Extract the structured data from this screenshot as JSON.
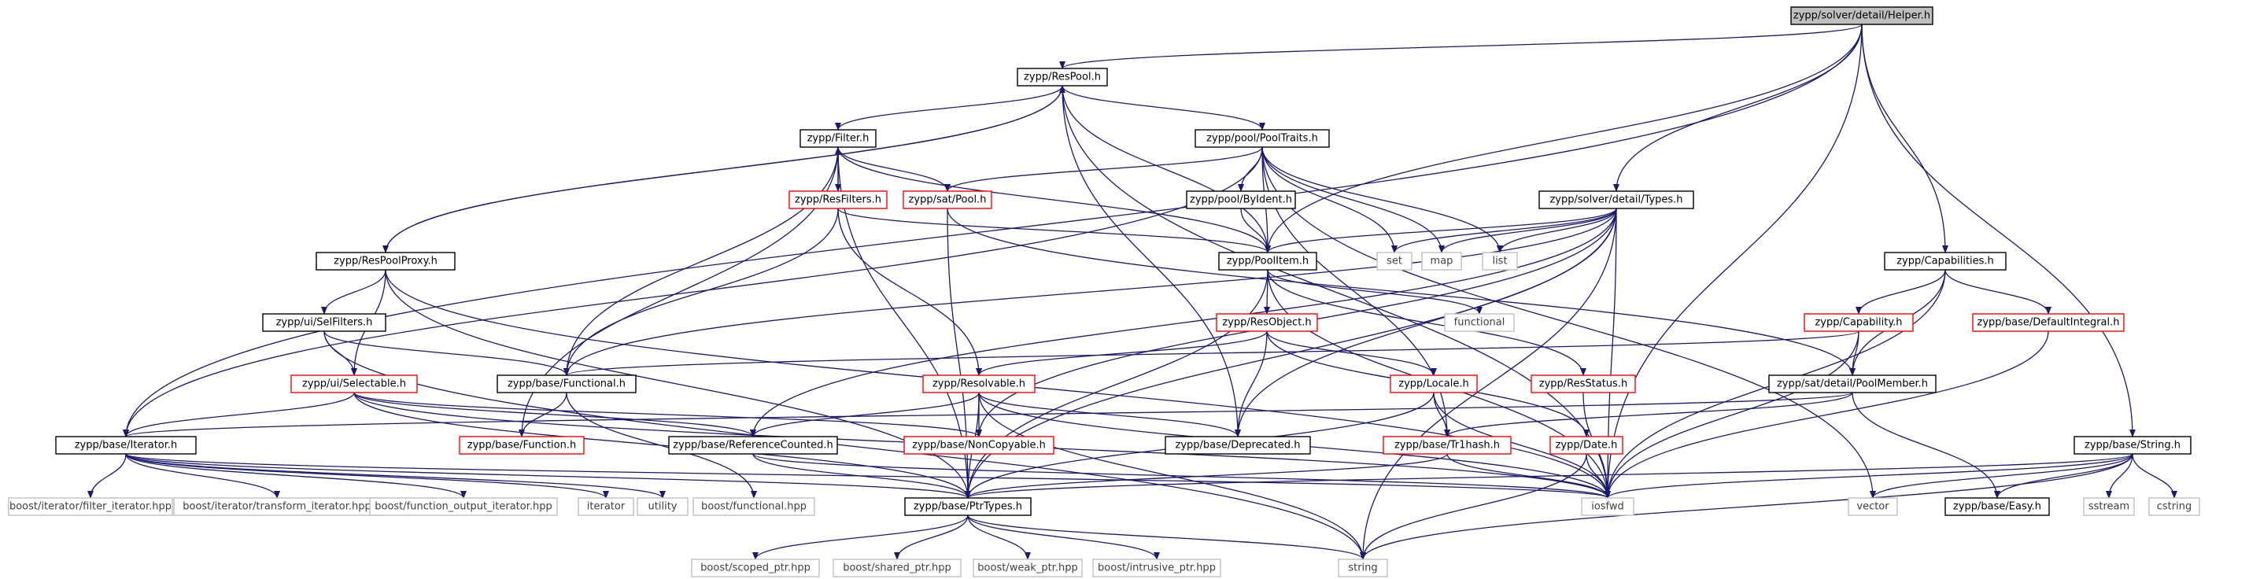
{
  "graph_title": "zypp/solver/detail/Helper.h",
  "colors": {
    "edge": "#191970",
    "root_fill": "#bfbfbf",
    "normal_border": "#000000",
    "red_border": "#ff0000",
    "gray_border": "#bfbfbf",
    "text": "#000000",
    "gray_text": "#404040"
  },
  "nodes": [
    {
      "id": "helper",
      "label": "zypp/solver/detail/Helper.h",
      "kind": "root"
    },
    {
      "id": "respool",
      "label": "zypp/ResPool.h",
      "kind": "normal"
    },
    {
      "id": "filter",
      "label": "zypp/Filter.h",
      "kind": "normal"
    },
    {
      "id": "pooltraits",
      "label": "zypp/pool/PoolTraits.h",
      "kind": "normal"
    },
    {
      "id": "resfilters",
      "label": "zypp/ResFilters.h",
      "kind": "red"
    },
    {
      "id": "satpool",
      "label": "zypp/sat/Pool.h",
      "kind": "red"
    },
    {
      "id": "byident",
      "label": "zypp/pool/ByIdent.h",
      "kind": "normal"
    },
    {
      "id": "soltypes",
      "label": "zypp/solver/detail/Types.h",
      "kind": "normal"
    },
    {
      "id": "respoolproxy",
      "label": "zypp/ResPoolProxy.h",
      "kind": "normal"
    },
    {
      "id": "poolitem",
      "label": "zypp/PoolItem.h",
      "kind": "normal"
    },
    {
      "id": "set",
      "label": "set",
      "kind": "gray"
    },
    {
      "id": "map",
      "label": "map",
      "kind": "gray"
    },
    {
      "id": "list",
      "label": "list",
      "kind": "gray"
    },
    {
      "id": "capabilities",
      "label": "zypp/Capabilities.h",
      "kind": "normal"
    },
    {
      "id": "selfilters",
      "label": "zypp/ui/SelFilters.h",
      "kind": "normal"
    },
    {
      "id": "functional",
      "label": "functional",
      "kind": "gray"
    },
    {
      "id": "resobject",
      "label": "zypp/ResObject.h",
      "kind": "red"
    },
    {
      "id": "capability",
      "label": "zypp/Capability.h",
      "kind": "red"
    },
    {
      "id": "defaultintegral",
      "label": "zypp/base/DefaultIntegral.h",
      "kind": "red"
    },
    {
      "id": "selectable",
      "label": "zypp/ui/Selectable.h",
      "kind": "red"
    },
    {
      "id": "basefunctional",
      "label": "zypp/base/Functional.h",
      "kind": "normal"
    },
    {
      "id": "resolvable",
      "label": "zypp/Resolvable.h",
      "kind": "red"
    },
    {
      "id": "locale",
      "label": "zypp/Locale.h",
      "kind": "red"
    },
    {
      "id": "resstatus",
      "label": "zypp/ResStatus.h",
      "kind": "red"
    },
    {
      "id": "poolmember",
      "label": "zypp/sat/detail/PoolMember.h",
      "kind": "normal"
    },
    {
      "id": "iterator",
      "label": "zypp/base/Iterator.h",
      "kind": "normal"
    },
    {
      "id": "function",
      "label": "zypp/base/Function.h",
      "kind": "red"
    },
    {
      "id": "refcounted",
      "label": "zypp/base/ReferenceCounted.h",
      "kind": "normal"
    },
    {
      "id": "noncopyable",
      "label": "zypp/base/NonCopyable.h",
      "kind": "red"
    },
    {
      "id": "deprecated",
      "label": "zypp/base/Deprecated.h",
      "kind": "normal"
    },
    {
      "id": "tr1hash",
      "label": "zypp/base/Tr1hash.h",
      "kind": "red"
    },
    {
      "id": "date",
      "label": "zypp/Date.h",
      "kind": "red"
    },
    {
      "id": "string_h",
      "label": "zypp/base/String.h",
      "kind": "normal"
    },
    {
      "id": "filteriter",
      "label": "boost/iterator/filter_iterator.hpp",
      "kind": "gray"
    },
    {
      "id": "transformiter",
      "label": "boost/iterator/transform_iterator.hpp",
      "kind": "gray"
    },
    {
      "id": "funcoutiter",
      "label": "boost/function_output_iterator.hpp",
      "kind": "gray"
    },
    {
      "id": "iterator_std",
      "label": "iterator",
      "kind": "gray"
    },
    {
      "id": "utility",
      "label": "utility",
      "kind": "gray"
    },
    {
      "id": "boostfunctional",
      "label": "boost/functional.hpp",
      "kind": "gray"
    },
    {
      "id": "ptrtypes",
      "label": "zypp/base/PtrTypes.h",
      "kind": "normal"
    },
    {
      "id": "iosfwd",
      "label": "iosfwd",
      "kind": "gray"
    },
    {
      "id": "vector",
      "label": "vector",
      "kind": "gray"
    },
    {
      "id": "easy",
      "label": "zypp/base/Easy.h",
      "kind": "normal"
    },
    {
      "id": "sstream",
      "label": "sstream",
      "kind": "gray"
    },
    {
      "id": "cstring",
      "label": "cstring",
      "kind": "gray"
    },
    {
      "id": "scopedptr",
      "label": "boost/scoped_ptr.hpp",
      "kind": "gray"
    },
    {
      "id": "sharedptr",
      "label": "boost/shared_ptr.hpp",
      "kind": "gray"
    },
    {
      "id": "weakptr",
      "label": "boost/weak_ptr.hpp",
      "kind": "gray"
    },
    {
      "id": "intrusiveptr",
      "label": "boost/intrusive_ptr.hpp",
      "kind": "gray"
    },
    {
      "id": "string",
      "label": "string",
      "kind": "gray"
    }
  ],
  "edges": [
    [
      "helper",
      "respool"
    ],
    [
      "helper",
      "soltypes"
    ],
    [
      "helper",
      "capabilities"
    ],
    [
      "helper",
      "poolitem"
    ],
    [
      "helper",
      "iosfwd"
    ],
    [
      "helper",
      "string_h"
    ],
    [
      "helper",
      "iterator"
    ],
    [
      "respool",
      "filter"
    ],
    [
      "respool",
      "pooltraits"
    ],
    [
      "respool",
      "poolitem"
    ],
    [
      "respool",
      "respoolproxy"
    ],
    [
      "respool",
      "deprecated"
    ],
    [
      "respool",
      "iosfwd"
    ],
    [
      "filter",
      "resfilters"
    ],
    [
      "filter",
      "satpool"
    ],
    [
      "filter",
      "poolitem"
    ],
    [
      "filter",
      "basefunctional"
    ],
    [
      "filter",
      "function"
    ],
    [
      "filter",
      "ptrtypes"
    ],
    [
      "resfilters",
      "filter"
    ],
    [
      "resfilters",
      "poolitem"
    ],
    [
      "resfilters",
      "basefunctional"
    ],
    [
      "resfilters",
      "resolvable"
    ],
    [
      "pooltraits",
      "satpool"
    ],
    [
      "pooltraits",
      "byident"
    ],
    [
      "pooltraits",
      "poolitem"
    ],
    [
      "pooltraits",
      "set"
    ],
    [
      "pooltraits",
      "map"
    ],
    [
      "pooltraits",
      "list"
    ],
    [
      "pooltraits",
      "vector"
    ],
    [
      "pooltraits",
      "tr1hash"
    ],
    [
      "pooltraits",
      "iterator"
    ],
    [
      "satpool",
      "ptrtypes"
    ],
    [
      "satpool",
      "poolmember"
    ],
    [
      "byident",
      "poolitem"
    ],
    [
      "soltypes",
      "poolitem"
    ],
    [
      "soltypes",
      "set"
    ],
    [
      "soltypes",
      "map"
    ],
    [
      "soltypes",
      "list"
    ],
    [
      "soltypes",
      "iosfwd"
    ],
    [
      "soltypes",
      "string"
    ],
    [
      "soltypes",
      "basefunctional"
    ],
    [
      "soltypes",
      "refcounted"
    ],
    [
      "soltypes",
      "noncopyable"
    ],
    [
      "soltypes",
      "deprecated"
    ],
    [
      "soltypes",
      "ptrtypes"
    ],
    [
      "respoolproxy",
      "respool"
    ],
    [
      "respoolproxy",
      "selfilters"
    ],
    [
      "respoolproxy",
      "selectable"
    ],
    [
      "respoolproxy",
      "ptrtypes"
    ],
    [
      "respoolproxy",
      "iosfwd"
    ],
    [
      "poolitem",
      "functional"
    ],
    [
      "poolitem",
      "resobject"
    ],
    [
      "poolitem",
      "resstatus"
    ],
    [
      "poolitem",
      "ptrtypes"
    ],
    [
      "poolitem",
      "iosfwd"
    ],
    [
      "capabilities",
      "capability"
    ],
    [
      "capabilities",
      "defaultintegral"
    ],
    [
      "capabilities",
      "poolmember"
    ],
    [
      "capabilities",
      "iosfwd"
    ],
    [
      "capability",
      "poolmember"
    ],
    [
      "capability",
      "basefunctional"
    ],
    [
      "capability",
      "iosfwd"
    ],
    [
      "defaultintegral",
      "iosfwd"
    ],
    [
      "selfilters",
      "basefunctional"
    ],
    [
      "selfilters",
      "selectable"
    ],
    [
      "selfilters",
      "string"
    ],
    [
      "selectable",
      "iterator"
    ],
    [
      "selectable",
      "refcounted"
    ],
    [
      "selectable",
      "noncopyable"
    ],
    [
      "selectable",
      "ptrtypes"
    ],
    [
      "selectable",
      "iosfwd"
    ],
    [
      "basefunctional",
      "function"
    ],
    [
      "basefunctional",
      "boostfunctional"
    ],
    [
      "resobject",
      "resolvable"
    ],
    [
      "resobject",
      "locale"
    ],
    [
      "resobject",
      "deprecated"
    ],
    [
      "resobject",
      "date"
    ],
    [
      "resolvable",
      "refcounted"
    ],
    [
      "resolvable",
      "noncopyable"
    ],
    [
      "resolvable",
      "ptrtypes"
    ],
    [
      "resolvable",
      "deprecated"
    ],
    [
      "resolvable",
      "iosfwd"
    ],
    [
      "resolvable",
      "string"
    ],
    [
      "locale",
      "tr1hash"
    ],
    [
      "locale",
      "ptrtypes"
    ],
    [
      "locale",
      "iosfwd"
    ],
    [
      "resstatus",
      "iosfwd"
    ],
    [
      "poolmember",
      "tr1hash"
    ],
    [
      "poolmember",
      "iterator"
    ],
    [
      "poolmember",
      "easy"
    ],
    [
      "iterator",
      "filteriter"
    ],
    [
      "iterator",
      "transformiter"
    ],
    [
      "iterator",
      "funcoutiter"
    ],
    [
      "iterator",
      "iterator_std"
    ],
    [
      "iterator",
      "utility"
    ],
    [
      "iterator",
      "ptrtypes"
    ],
    [
      "iterator",
      "iosfwd"
    ],
    [
      "refcounted",
      "ptrtypes"
    ],
    [
      "refcounted",
      "iosfwd"
    ],
    [
      "tr1hash",
      "ptrtypes"
    ],
    [
      "tr1hash",
      "iosfwd"
    ],
    [
      "date",
      "iosfwd"
    ],
    [
      "date",
      "string"
    ],
    [
      "string_h",
      "iosfwd"
    ],
    [
      "string_h",
      "vector"
    ],
    [
      "string_h",
      "easy"
    ],
    [
      "string_h",
      "sstream"
    ],
    [
      "string_h",
      "cstring"
    ],
    [
      "string_h",
      "string"
    ],
    [
      "string_h",
      "ptrtypes"
    ],
    [
      "ptrtypes",
      "scopedptr"
    ],
    [
      "ptrtypes",
      "sharedptr"
    ],
    [
      "ptrtypes",
      "weakptr"
    ],
    [
      "ptrtypes",
      "intrusiveptr"
    ],
    [
      "ptrtypes",
      "string"
    ]
  ]
}
